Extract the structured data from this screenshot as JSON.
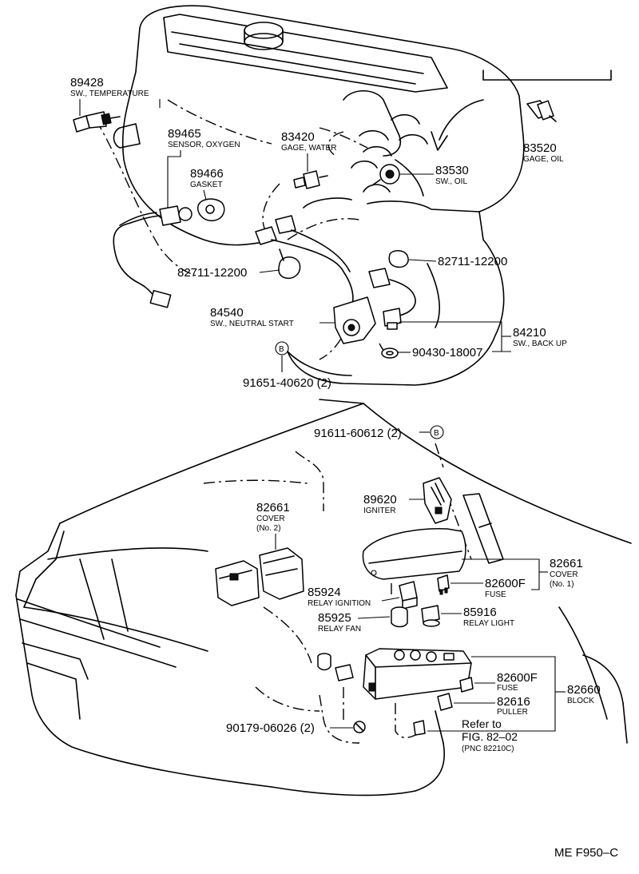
{
  "parts": {
    "p89428": {
      "num": "89428",
      "desc": "SW., TEMPERATURE"
    },
    "p89465": {
      "num": "89465",
      "desc": "SENSOR, OXYGEN"
    },
    "p89466": {
      "num": "89466",
      "desc": "GASKET"
    },
    "p83420": {
      "num": "83420",
      "desc": "GAGE, WATER"
    },
    "p83520": {
      "num": "83520",
      "desc": "GAGE, OIL"
    },
    "p83530": {
      "num": "83530",
      "desc": "SW., OIL"
    },
    "p82711a": {
      "num": "82711-12200"
    },
    "p82711b": {
      "num": "82711-12200"
    },
    "p84540": {
      "num": "84540",
      "desc": "SW., NEUTRAL START"
    },
    "p84210": {
      "num": "84210",
      "desc": "SW., BACK UP"
    },
    "p90430": {
      "num": "90430-18007"
    },
    "p91651": {
      "num": "91651-40620 (2)"
    },
    "p91611": {
      "num": "91611-60612 (2)"
    },
    "p89620": {
      "num": "89620",
      "desc": "IGNITER"
    },
    "p82661a": {
      "num": "82661",
      "desc1": "COVER",
      "desc2": "(No. 2)"
    },
    "p82661b": {
      "num": "82661",
      "desc1": "COVER",
      "desc2": "(No. 1)"
    },
    "p82600a": {
      "num": "82600F",
      "desc": "FUSE"
    },
    "p85924": {
      "num": "85924",
      "desc": "RELAY IGNITION"
    },
    "p85916": {
      "num": "85916",
      "desc": "RELAY LIGHT"
    },
    "p85925": {
      "num": "85925",
      "desc": "RELAY FAN"
    },
    "p82600b": {
      "num": "82600F",
      "desc": "FUSE"
    },
    "p82616": {
      "num": "82616",
      "desc": "PULLER"
    },
    "p82660": {
      "num": "82660",
      "desc": "BLOCK"
    },
    "p90179": {
      "num": "90179-06026 (2)"
    },
    "refer": {
      "line1": "Refer to",
      "line2": "FIG. 82–02",
      "line3": "(PNC 82210C)"
    }
  },
  "markers": {
    "b1": "B",
    "b2": "B"
  },
  "figure_code": "ME F950–C"
}
